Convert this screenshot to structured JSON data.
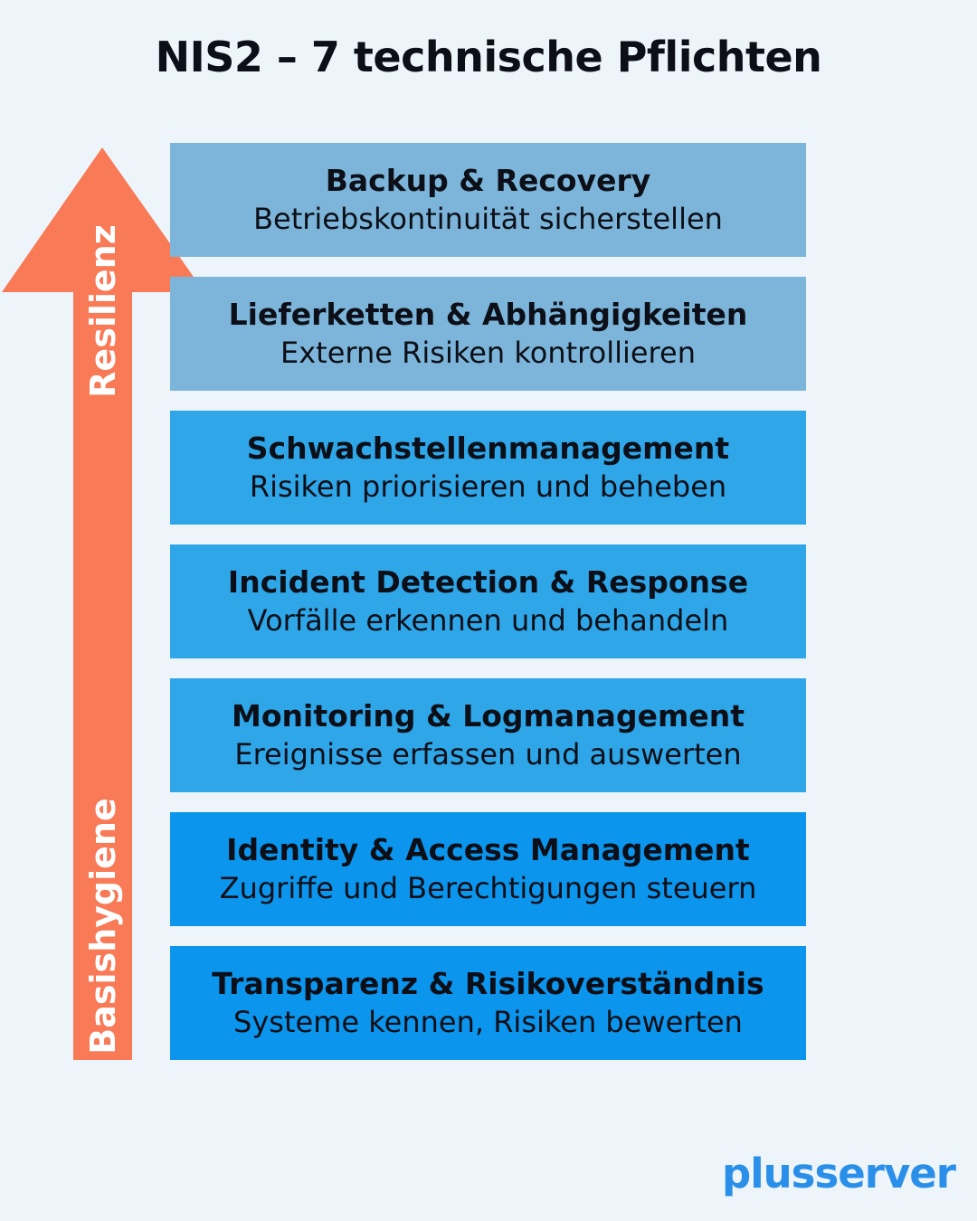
{
  "background_color": "#edf5fb",
  "text_color": "#0c0f17",
  "title": "NIS2 – 7 technische Pflichten",
  "axis": {
    "arrow_color": "#f87a57",
    "top_label": "Resilienz",
    "bottom_label": "Basishygiene",
    "label_color": "#ffffff"
  },
  "bars": [
    {
      "title": "Backup & Recovery",
      "subtitle": "Betriebskontinuität sicherstellen",
      "color": "#7cb5d9"
    },
    {
      "title": "Lieferketten & Abhängigkeiten",
      "subtitle": "Externe Risiken kontrollieren",
      "color": "#7cb5d9"
    },
    {
      "title": "Schwachstellenmanagement",
      "subtitle": "Risiken priorisieren und beheben",
      "color": "#2fa6e8"
    },
    {
      "title": "Incident Detection & Response",
      "subtitle": "Vorfälle erkennen und behandeln",
      "color": "#2fa6e8"
    },
    {
      "title": "Monitoring & Logmanagement",
      "subtitle": "Ereignisse erfassen und auswerten",
      "color": "#2fa6e8"
    },
    {
      "title": "Identity & Access Management",
      "subtitle": "Zugriffe und Berechtigungen steuern",
      "color": "#0c95ec"
    },
    {
      "title": "Transparenz & Risikoverständnis",
      "subtitle": "Systeme kennen, Risiken bewerten",
      "color": "#0c95ec"
    }
  ],
  "footer": {
    "logo_text": "plusserver",
    "logo_color": "#2a8fe8"
  }
}
